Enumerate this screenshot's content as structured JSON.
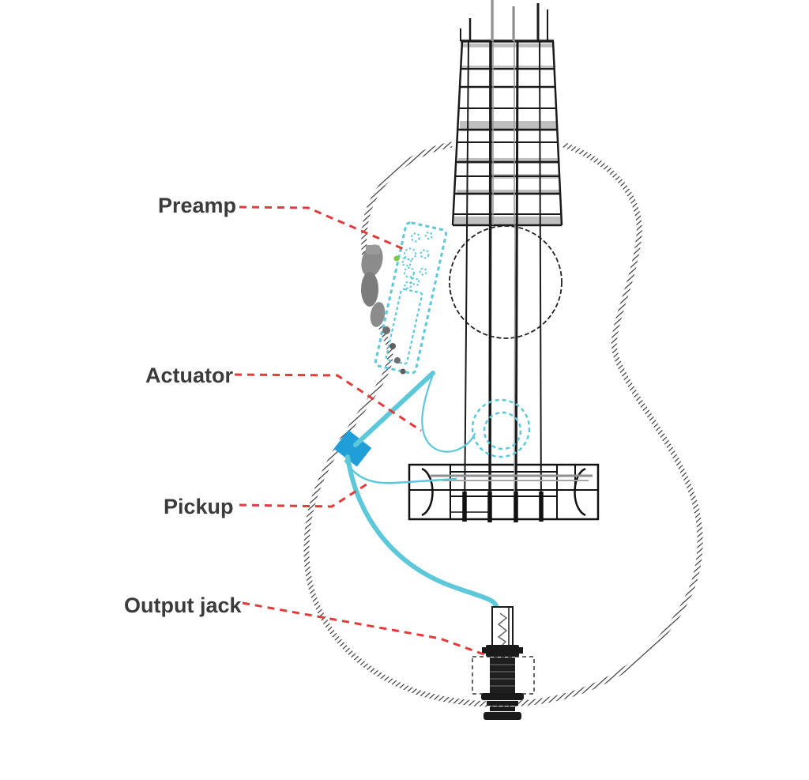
{
  "diagram": {
    "labels": [
      {
        "id": "preamp",
        "text": "Preamp"
      },
      {
        "id": "actuator",
        "text": "Actuator"
      },
      {
        "id": "pickup",
        "text": "Pickup"
      },
      {
        "id": "output_jack",
        "text": "Output jack"
      }
    ],
    "colors": {
      "background": "#ffffff",
      "leader_red": "#e23b3b",
      "wire_cyan": "#5ec8db",
      "component_blue": "#1f9ed8",
      "line_black": "#1a1a1a",
      "label_gray": "#3b3b3b",
      "fretboard_shade_gray": "#b4b4b4",
      "connector_gray": "#8c8c8c",
      "accent_green": "#7ac943"
    }
  }
}
